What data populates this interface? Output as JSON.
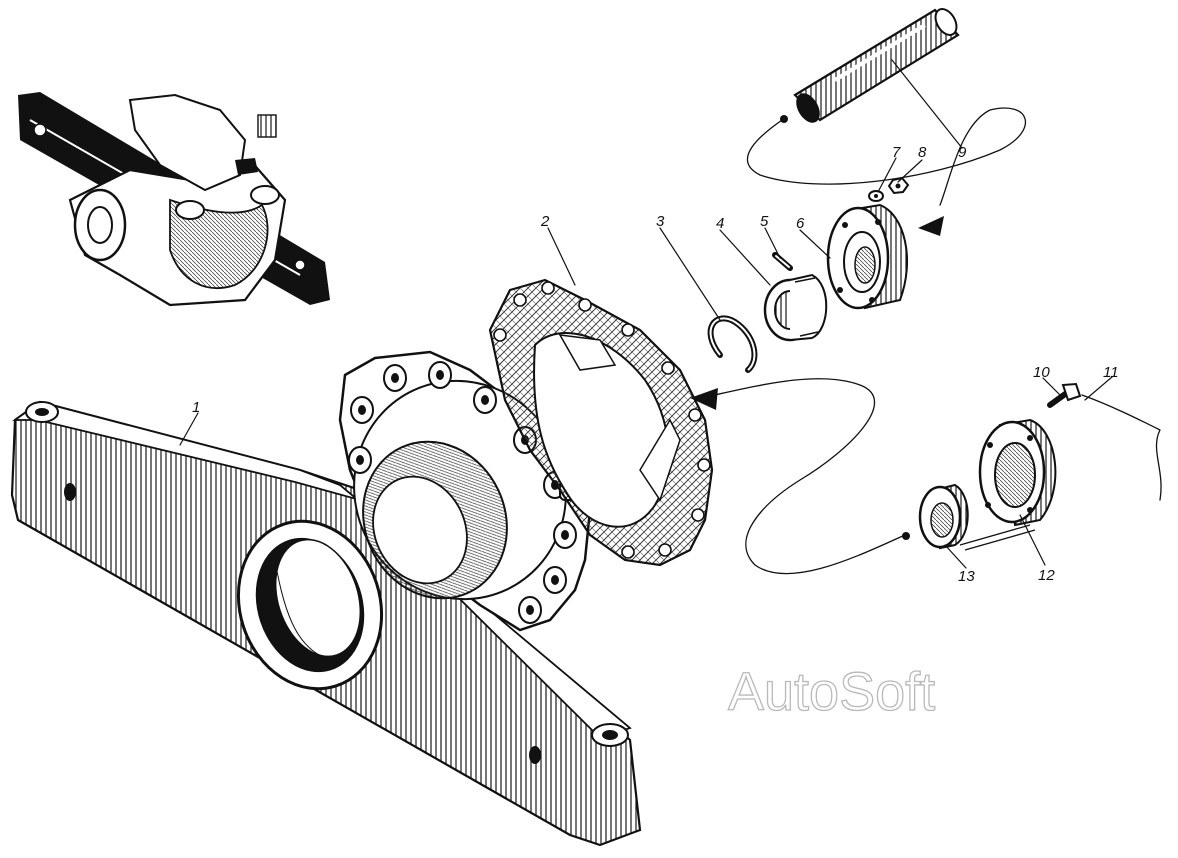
{
  "watermark": "AutoSoft",
  "colors": {
    "ink": "#111111",
    "watermark_outline": "#b9b9b9",
    "background": "#ffffff"
  },
  "callouts": [
    {
      "id": "1",
      "label": "1"
    },
    {
      "id": "2",
      "label": "2"
    },
    {
      "id": "3",
      "label": "3"
    },
    {
      "id": "4",
      "label": "4"
    },
    {
      "id": "5",
      "label": "5"
    },
    {
      "id": "6",
      "label": "6"
    },
    {
      "id": "7",
      "label": "7"
    },
    {
      "id": "8",
      "label": "8"
    },
    {
      "id": "9",
      "label": "9"
    },
    {
      "id": "10",
      "label": "10"
    },
    {
      "id": "11",
      "label": "11"
    },
    {
      "id": "12",
      "label": "12"
    },
    {
      "id": "13",
      "label": "13"
    }
  ]
}
